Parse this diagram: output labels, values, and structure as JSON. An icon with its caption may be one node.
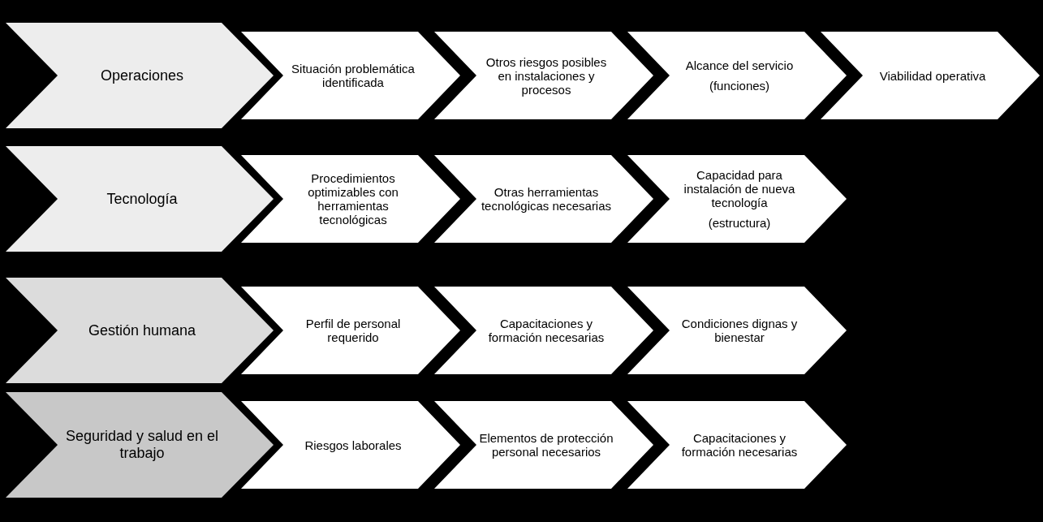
{
  "diagram": {
    "nodes": [
      {
        "text": [
          "Operaciones"
        ]
      },
      {
        "text": [
          "Situación problemática identificada"
        ]
      },
      {
        "text": [
          "Otros riesgos posibles en instalaciones y procesos"
        ]
      },
      {
        "text": [
          "Alcance del servicio",
          "(funciones)"
        ]
      },
      {
        "text": [
          "Viabilidad operativa"
        ]
      },
      {
        "text": [
          "Tecnología"
        ]
      },
      {
        "text": [
          "Procedimientos optimizables con herramientas tecnológicas"
        ]
      },
      {
        "text": [
          "Otras herramientas tecnológicas necesarias"
        ]
      },
      {
        "text": [
          "Capacidad para instalación de nueva tecnología",
          "(estructura)"
        ]
      },
      {
        "text": [
          "Gestión humana"
        ]
      },
      {
        "text": [
          "Perfil de personal requerido"
        ]
      },
      {
        "text": [
          "Capacitaciones y formación necesarias"
        ]
      },
      {
        "text": [
          "Condiciones dignas y bienestar"
        ]
      },
      {
        "text": [
          "Seguridad y salud en el trabajo"
        ]
      },
      {
        "text": [
          "Riesgos laborales"
        ]
      },
      {
        "text": [
          "Elementos de protección personal necesarios"
        ]
      },
      {
        "text": [
          "Capacitaciones y formación necesarias"
        ]
      }
    ]
  }
}
